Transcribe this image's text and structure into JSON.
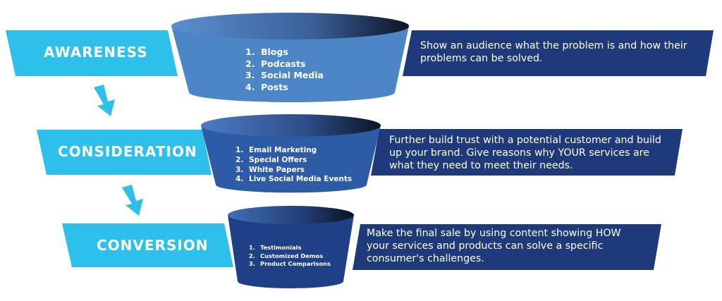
{
  "colors": {
    "cyan": "#2cc0ea",
    "navy": "#1e3a7a",
    "funnel_top_light": "#4c86c6",
    "funnel_mid": "#2d5ba6",
    "funnel_bottom": "#1f3f86",
    "white": "#ffffff"
  },
  "stages": [
    {
      "label": "AWARENESS",
      "items": [
        {
          "num": "1.",
          "text": "Blogs"
        },
        {
          "num": "2.",
          "text": "Podcasts"
        },
        {
          "num": "3.",
          "text": "Social Media"
        },
        {
          "num": "4.",
          "text": "Posts"
        }
      ],
      "description": "Show an audience what the problem is and how their problems can be solved."
    },
    {
      "label": "CONSIDERATION",
      "items": [
        {
          "num": "1.",
          "text": "Email Marketing"
        },
        {
          "num": "2.",
          "text": "Special Offers"
        },
        {
          "num": "3.",
          "text": "White Papers"
        },
        {
          "num": "4.",
          "text": "Live Social Media Events"
        }
      ],
      "description": "Further build trust with a potential customer and build up your brand. Give reasons why YOUR services are what they need to meet their needs."
    },
    {
      "label": "CONVERSION",
      "items": [
        {
          "num": "1.",
          "text": "Testimonials"
        },
        {
          "num": "2.",
          "text": "Customized Demos"
        },
        {
          "num": "3.",
          "text": "Product Comparisons"
        }
      ],
      "description": "Make the final sale by using content showing HOW your services and products can solve a specific consumer's challenges."
    }
  ],
  "icons": [
    "arrow-down-icon",
    "arrow-down-icon"
  ]
}
